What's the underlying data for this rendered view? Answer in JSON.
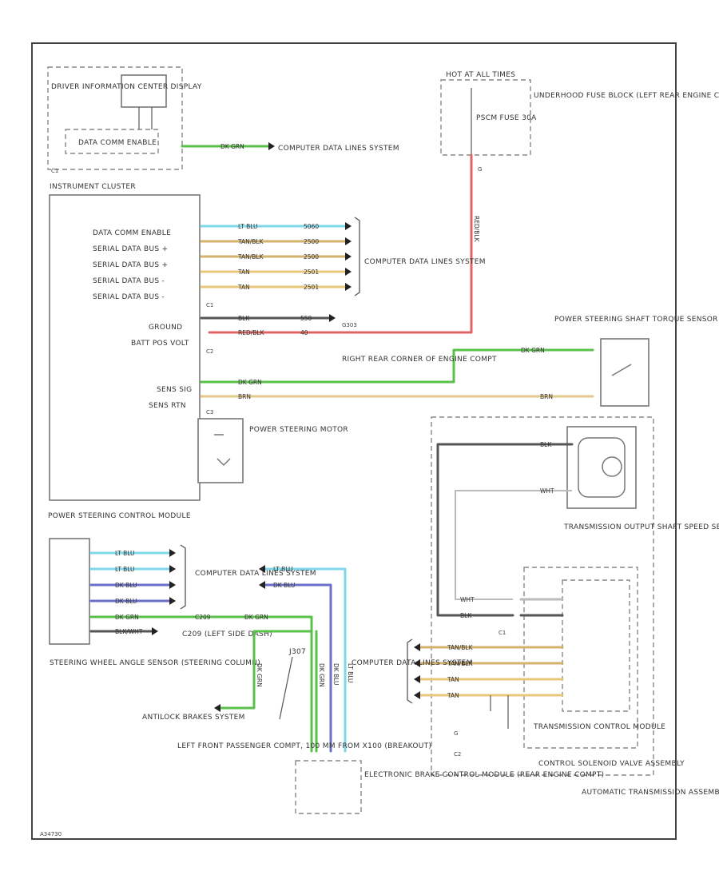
{
  "labels": {
    "dic_display": "DRIVER INFORMATION CENTER DISPLAY",
    "data_comm_enable_box": "DATA COMM ENABLE",
    "ic_pin": "C1",
    "instrument_cluster": "INSTRUMENT CLUSTER",
    "computer_data_lines_1": "COMPUTER DATA LINES SYSTEM",
    "hot_at_all_times": "HOT AT ALL TIMES",
    "fuse_name": "PSCM FUSE 30A",
    "underhood_fuse_block": "UNDERHOOD FUSE BLOCK (LEFT REAR ENGINE COMPT)",
    "ic_data_comm_enable": "DATA COMM ENABLE",
    "ic_serial_data_1": "SERIAL DATA BUS +",
    "ic_serial_data_2": "SERIAL DATA BUS +",
    "ic_serial_data_3": "SERIAL DATA BUS -",
    "ic_serial_data_4": "SERIAL DATA BUS -",
    "computer_data_lines_2": "COMPUTER DATA LINES SYSTEM",
    "ground": "GROUND",
    "batt_pos_volt": "BATT POS VOLT",
    "c1": "C1",
    "c2": "C2",
    "c3": "C3",
    "ground_ref": "G303",
    "power_steering_sensor": "POWER STEERING SHAFT TORQUE SENSOR",
    "right_rear_corner": "RIGHT REAR CORNER OF ENGINE COMPT",
    "sens_sig": "SENS SIG",
    "sens_rtn": "SENS RTN",
    "power_steering_motor": "POWER STEERING MOTOR",
    "pscm": "POWER STEERING CONTROL MODULE",
    "trans_output_sensor": "TRANSMISSION OUTPUT SHAFT SPEED SENSOR",
    "computer_data_lines_3": "COMPUTER DATA LINES SYSTEM",
    "c209": "C209",
    "c209_note": "C209 (LEFT SIDE DASH)",
    "steering_wheel_sensor": "STEERING WHEEL ANGLE SENSOR (STEERING COLUMN)",
    "antilock_brakes": "ANTILOCK BRAKES SYSTEM",
    "splice": "J307",
    "left_front_passenger": "LEFT FRONT PASSENGER COMPT, 100 MM FROM X100 (BREAKOUT)",
    "ebcm": "ELECTRONIC BRAKE CONTROL MODULE (REAR ENGINE COMPT)",
    "computer_data_lines_4": "COMPUTER DATA LINES SYSTEM",
    "trans_control_module": "TRANSMISSION CONTROL MODULE",
    "control_solenoid": "CONTROL SOLENOID VALVE ASSEMBLY",
    "auto_trans_assembly": "AUTOMATIC TRANSMISSION ASSEMBLY",
    "tcm_c1": "C1",
    "tcm_c2": "C2",
    "g_label_1": "G",
    "g_label_2": "G",
    "footer_code": "A34730"
  },
  "wires": {
    "dic_data": "DK GRN",
    "ic_w1": "LT BLU",
    "ic_w2": "TAN/BLK",
    "ic_w3": "TAN/BLK",
    "ic_w4": "TAN",
    "ic_w5": "TAN",
    "ic_c1": "5060",
    "ic_c2": "2500",
    "ic_c3": "2500",
    "ic_c4": "2501",
    "ic_c5": "2501",
    "ground_w": "BLK",
    "ground_c": "550",
    "batt_w": "RED/BLK",
    "batt_c": "40",
    "fuse_w": "RED/BLK",
    "sens_sig_w": "DK GRN",
    "sens_sig_w2": "DK GRN",
    "sens_rtn_w": "BRN",
    "sens_rtn_w2": "BRN",
    "tos_w1": "BLK",
    "tos_w2": "WHT",
    "pscm_w1": "LT BLU",
    "pscm_w2": "LT BLU",
    "pscm_w3": "DK BLU",
    "pscm_w4": "DK BLU",
    "pscm_w5": "DK GRN",
    "pscm_w6": "BLK/WHT",
    "ebcm_w1": "LT BLU",
    "ebcm_w2": "DK BLU",
    "c209_w": "DK GRN",
    "vert_w1": "DK GRN",
    "vert_w2": "DK GRN",
    "vert_w3": "DK BLU",
    "vert_w4": "LT BLU",
    "tcm_w1": "WHT",
    "tcm_w2": "BLK",
    "tcm_w3": "TAN/BLK",
    "tcm_w4": "TAN/BLK",
    "tcm_w5": "TAN",
    "tcm_w6": "TAN"
  },
  "colors": {
    "lt_blu": "#7fd8e8",
    "dk_blu": "#6a6fc9",
    "dk_grn": "#5bc04b",
    "tan": "#e8c77a",
    "tan_blk": "#d3b26b",
    "red_blk": "#e06464",
    "blk": "#555555",
    "brn": "#e3c98b",
    "wht": "#bbbbbb"
  }
}
